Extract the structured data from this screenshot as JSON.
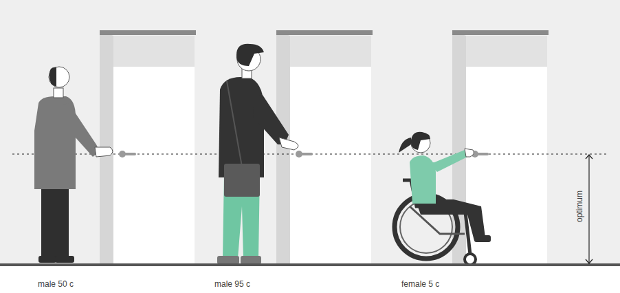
{
  "diagram": {
    "labels": [
      "male 50 c",
      "male 95 c",
      "female 5 c",
      "optimum"
    ]
  }
}
